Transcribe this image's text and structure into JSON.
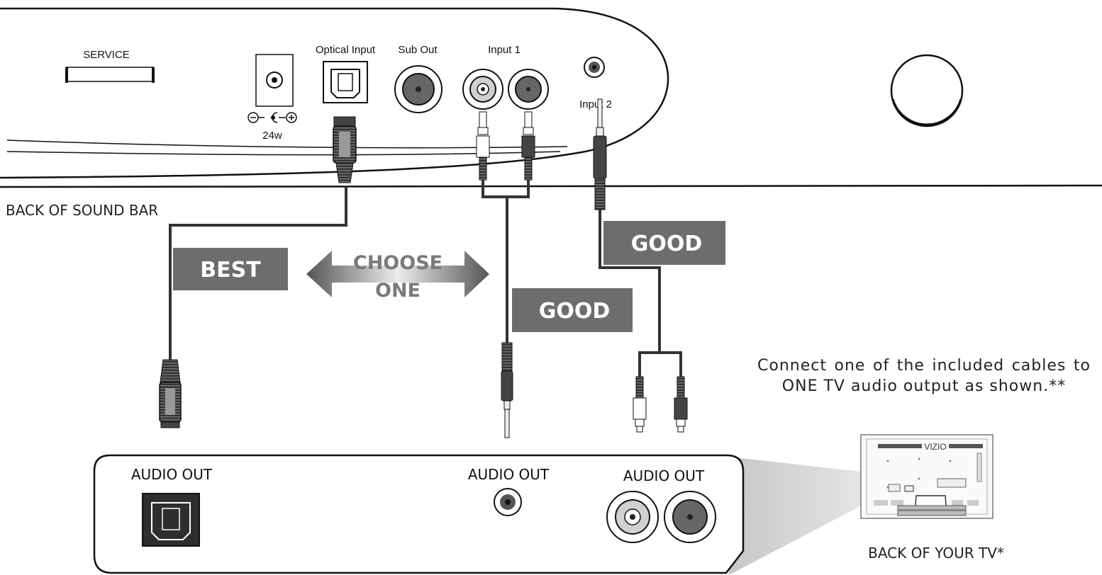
{
  "soundbar": {
    "service_label": "SERVICE",
    "optical_label": "Optical Input",
    "sub_out_label": "Sub Out",
    "input1_label": "Input 1",
    "input2_label": "Input 2",
    "power_label": "24w",
    "caption": "BACK OF SOUND BAR"
  },
  "cables": {
    "best_label": "BEST",
    "good_label": "GOOD",
    "choose_line1": "CHOOSE",
    "choose_line2": "ONE"
  },
  "tv_panel": {
    "audio_out_optical": "AUDIO OUT",
    "audio_out_35mm": "AUDIO OUT",
    "audio_out_rca": "AUDIO OUT"
  },
  "tv": {
    "brand": "VIZIO",
    "caption": "BACK OF YOUR TV*"
  },
  "instruction": "Connect one of the included cables to ONE TV audio output as shown.**",
  "colors": {
    "label_box": "#6d6d6d",
    "cable": "#3a3a3a",
    "panel_stroke": "#111111"
  }
}
